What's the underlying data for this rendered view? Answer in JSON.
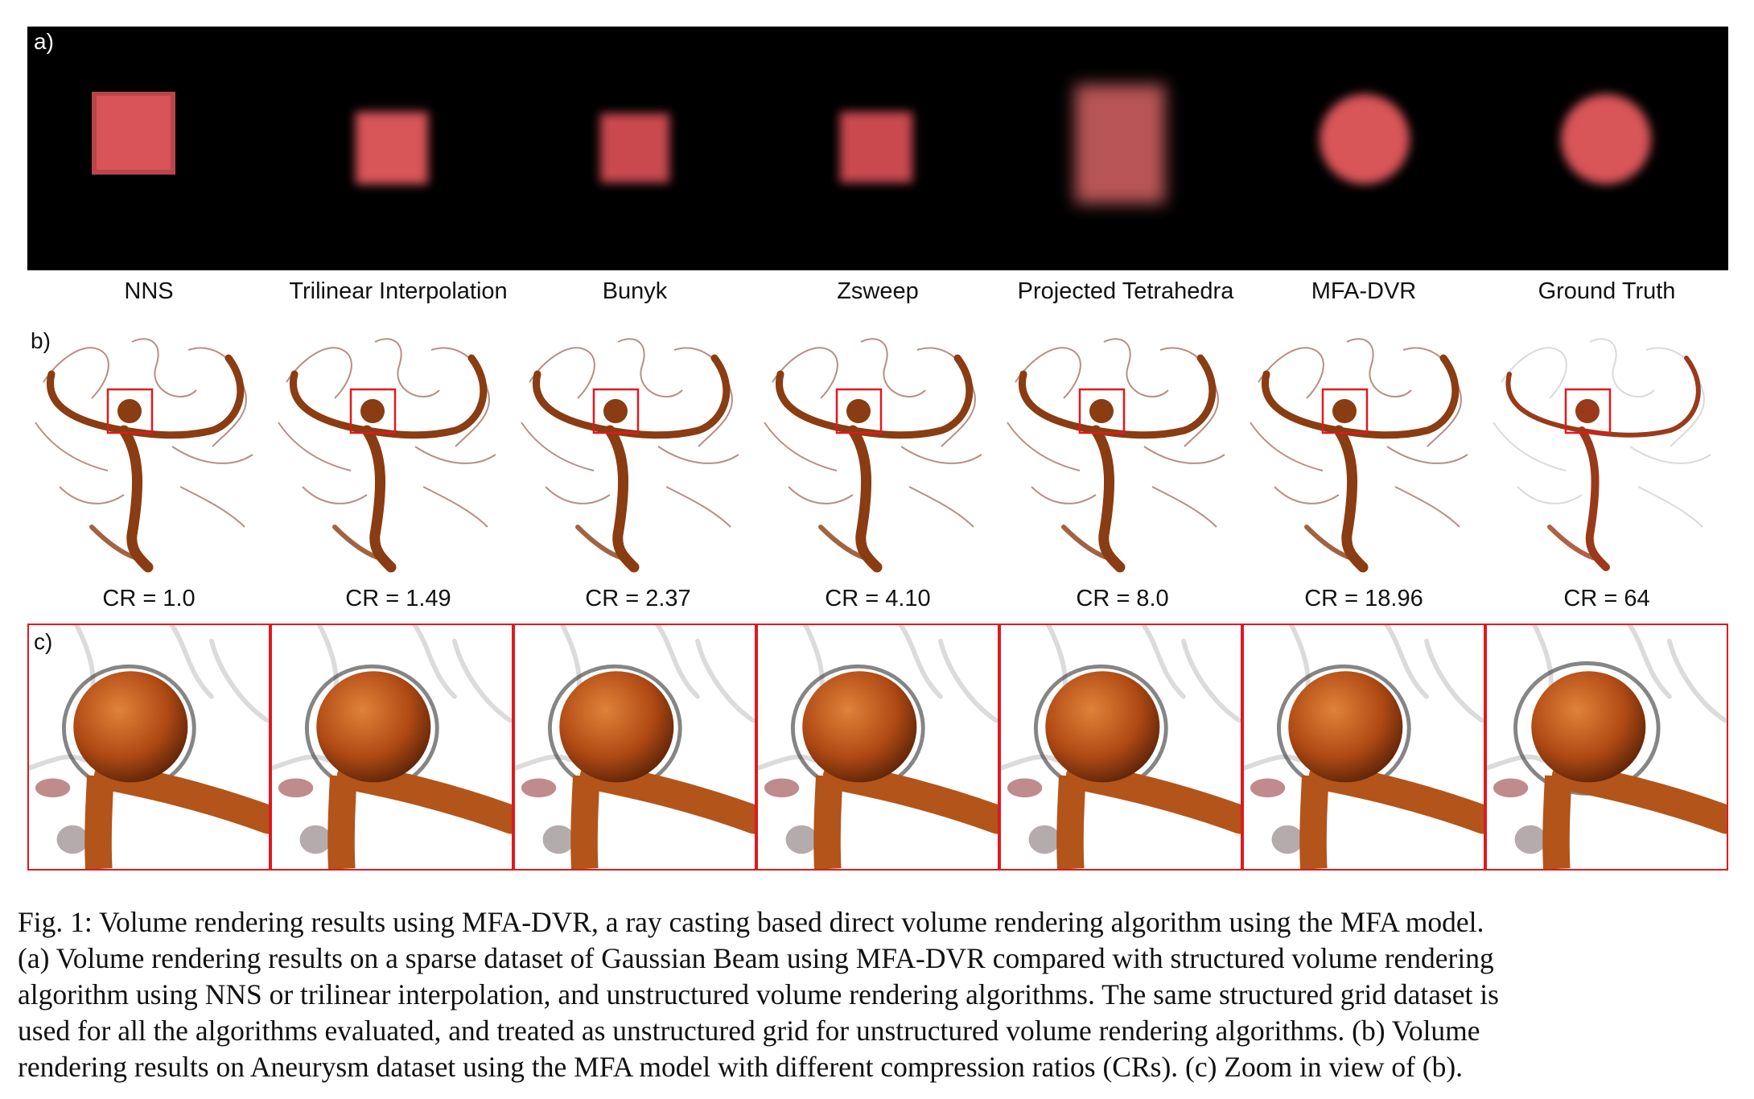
{
  "figure": {
    "panel_labels": {
      "a": "a)",
      "b": "b)",
      "c": "c)"
    },
    "row_a": {
      "methods": [
        "NNS",
        "Trilinear Interpolation",
        "Bunyk",
        "Zsweep",
        "Projected Tetrahedra",
        "MFA-DVR",
        "Ground Truth"
      ],
      "background_color": "#000000",
      "sphere_color": "#d85458"
    },
    "row_b": {
      "compression_ratios": [
        "CR = 1.0",
        "CR = 1.49",
        "CR = 2.37",
        "CR = 4.10",
        "CR = 8.0",
        "CR = 18.96",
        "CR = 64"
      ],
      "vessel_color": "#b04a14",
      "highlight_box_color": "#e0191f"
    },
    "row_c": {
      "border_color": "#e0191f",
      "vessel_color": "#c0561a"
    }
  },
  "caption": {
    "lines": [
      "Fig. 1: Volume rendering results using MFA-DVR, a ray casting based direct volume rendering algorithm using the MFA model.",
      "(a) Volume rendering results on a sparse dataset of Gaussian Beam using MFA-DVR compared with structured volume rendering",
      "algorithm using NNS or trilinear interpolation, and unstructured volume rendering algorithms. The same structured grid dataset is",
      "used for all the algorithms evaluated, and treated as unstructured grid for unstructured volume rendering algorithms. (b) Volume",
      "rendering results on Aneurysm dataset using the MFA model with different compression ratios (CRs). (c) Zoom in view of (b)."
    ]
  }
}
